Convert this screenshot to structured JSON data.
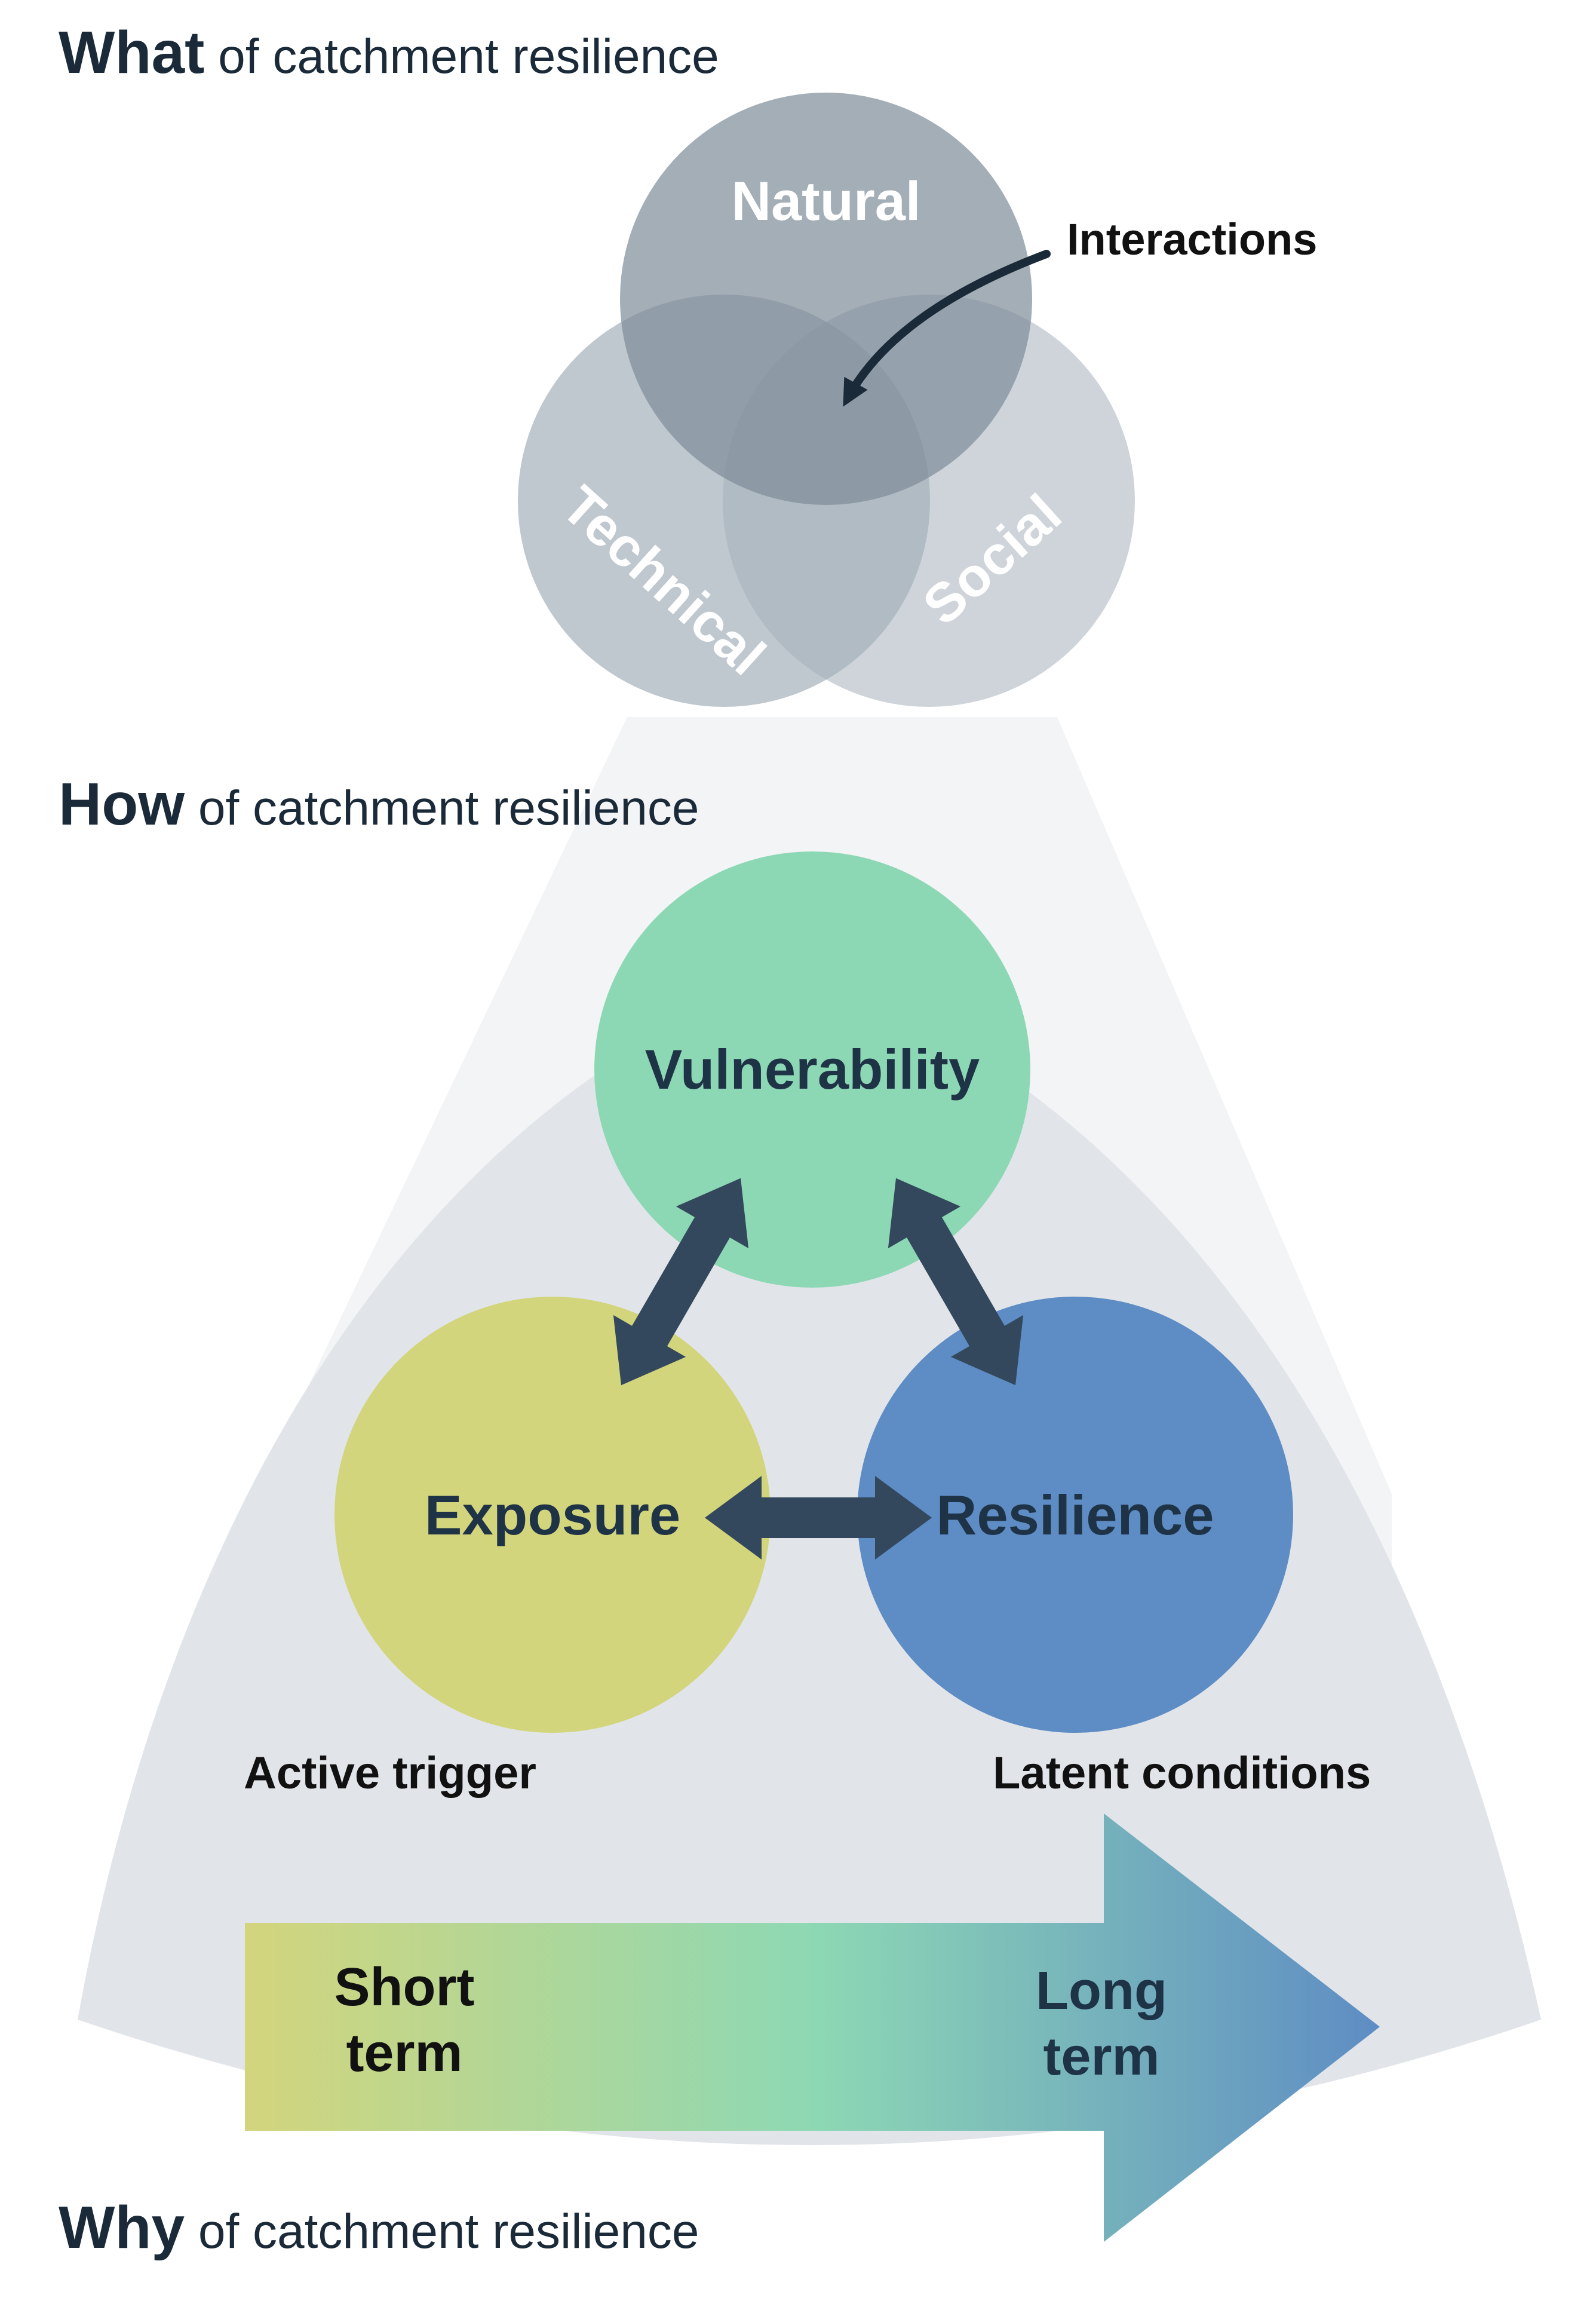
{
  "sections": {
    "what": {
      "bold": "What",
      "rest": " of catchment resilience"
    },
    "how": {
      "bold": "How",
      "rest": " of catchment resilience"
    },
    "why": {
      "bold": "Why",
      "rest": " of catchment resilience"
    }
  },
  "venn": {
    "natural": "Natural",
    "technical": "Technical",
    "social": "Social",
    "interactions": "Interactions"
  },
  "triad": {
    "vulnerability": "Vulnerability",
    "exposure": "Exposure",
    "resilience": "Resilience",
    "active_trigger": "Active trigger",
    "latent_conditions": "Latent conditions"
  },
  "timescale": {
    "short_line1": "Short",
    "short_line2": "term",
    "long_line1": "Long",
    "long_line2": "term"
  },
  "colors": {
    "dark_text": "#1b2a38",
    "venn_gray": "#8d99a6",
    "vulnerability": "#8dd8b4",
    "exposure": "#d3d57c",
    "resilience": "#5e8cc4",
    "arrow_dark": "#33485c",
    "cone_light": "#f2f4f6",
    "cone_mid": "#e1e5ea"
  }
}
